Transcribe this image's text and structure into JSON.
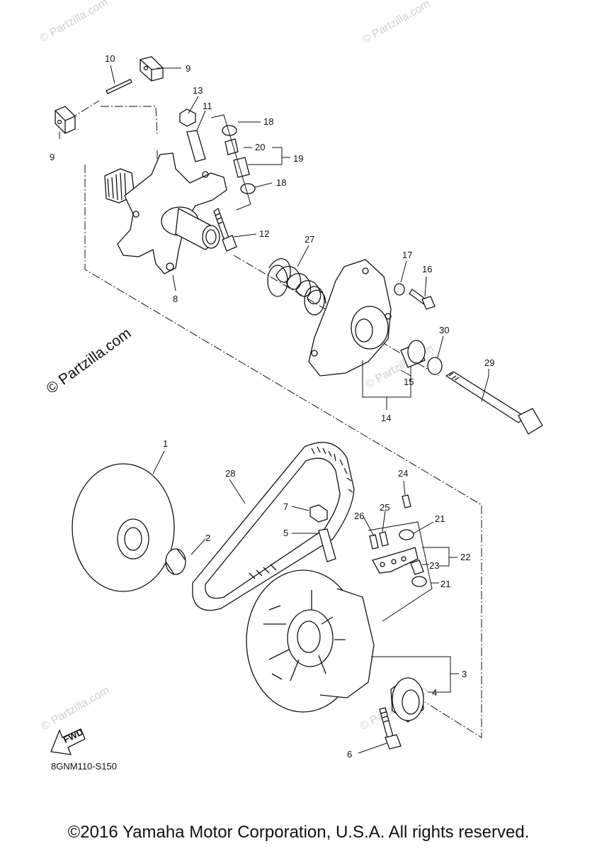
{
  "diagram": {
    "code": "8GNM110-S150",
    "copyright": "©2016 Yamaha Motor Corporation, U.S.A. All rights reserved.",
    "watermark_main": "© Partzilla.com",
    "watermark_faint": "© Partzilla.com",
    "fwd_label": "FWD",
    "callouts": [
      "1",
      "2",
      "3",
      "4",
      "5",
      "6",
      "7",
      "8",
      "9",
      "9",
      "10",
      "11",
      "12",
      "13",
      "14",
      "15",
      "16",
      "17",
      "18",
      "18",
      "19",
      "20",
      "21",
      "21",
      "22",
      "23",
      "24",
      "25",
      "26",
      "27",
      "28",
      "29",
      "30"
    ]
  }
}
